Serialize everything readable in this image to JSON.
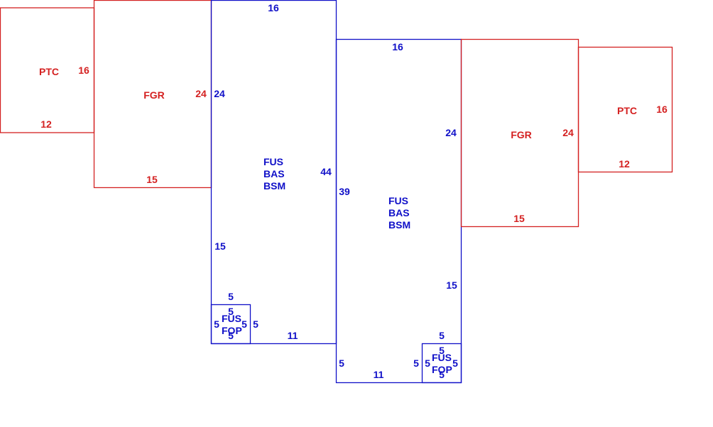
{
  "colors": {
    "red": "#d42121",
    "blue": "#1010c8"
  },
  "left_wing": {
    "ptc": {
      "code": "PTC",
      "side": "16",
      "bottom": "12"
    },
    "fgr": {
      "code": "FGR",
      "side": "24",
      "bottom": "15"
    }
  },
  "left_main": {
    "codes": [
      "FUS",
      "BAS",
      "BSM"
    ],
    "top": "16",
    "left_upper": "24",
    "right": "44",
    "left_lower": "15",
    "bottom": "11",
    "fop": {
      "codes": [
        "FUS",
        "FOP"
      ],
      "top": "5",
      "inner_top": "5",
      "left": "5",
      "inner_right": "5",
      "right": "5",
      "bottom": "5"
    }
  },
  "right_main": {
    "codes": [
      "FUS",
      "BAS",
      "BSM"
    ],
    "top": "16",
    "right_upper": "24",
    "left": "39",
    "right_lower": "15",
    "left_bottom": "5",
    "bottom": "11",
    "fop": {
      "codes": [
        "FUS",
        "FOP"
      ],
      "top": "5",
      "inner_top": "5",
      "outer_left": "5",
      "left": "5",
      "right": "5",
      "bottom": "5"
    }
  },
  "right_wing": {
    "fgr": {
      "code": "FGR",
      "side": "24",
      "bottom": "15"
    },
    "ptc": {
      "code": "PTC",
      "side": "16",
      "bottom": "12"
    }
  }
}
